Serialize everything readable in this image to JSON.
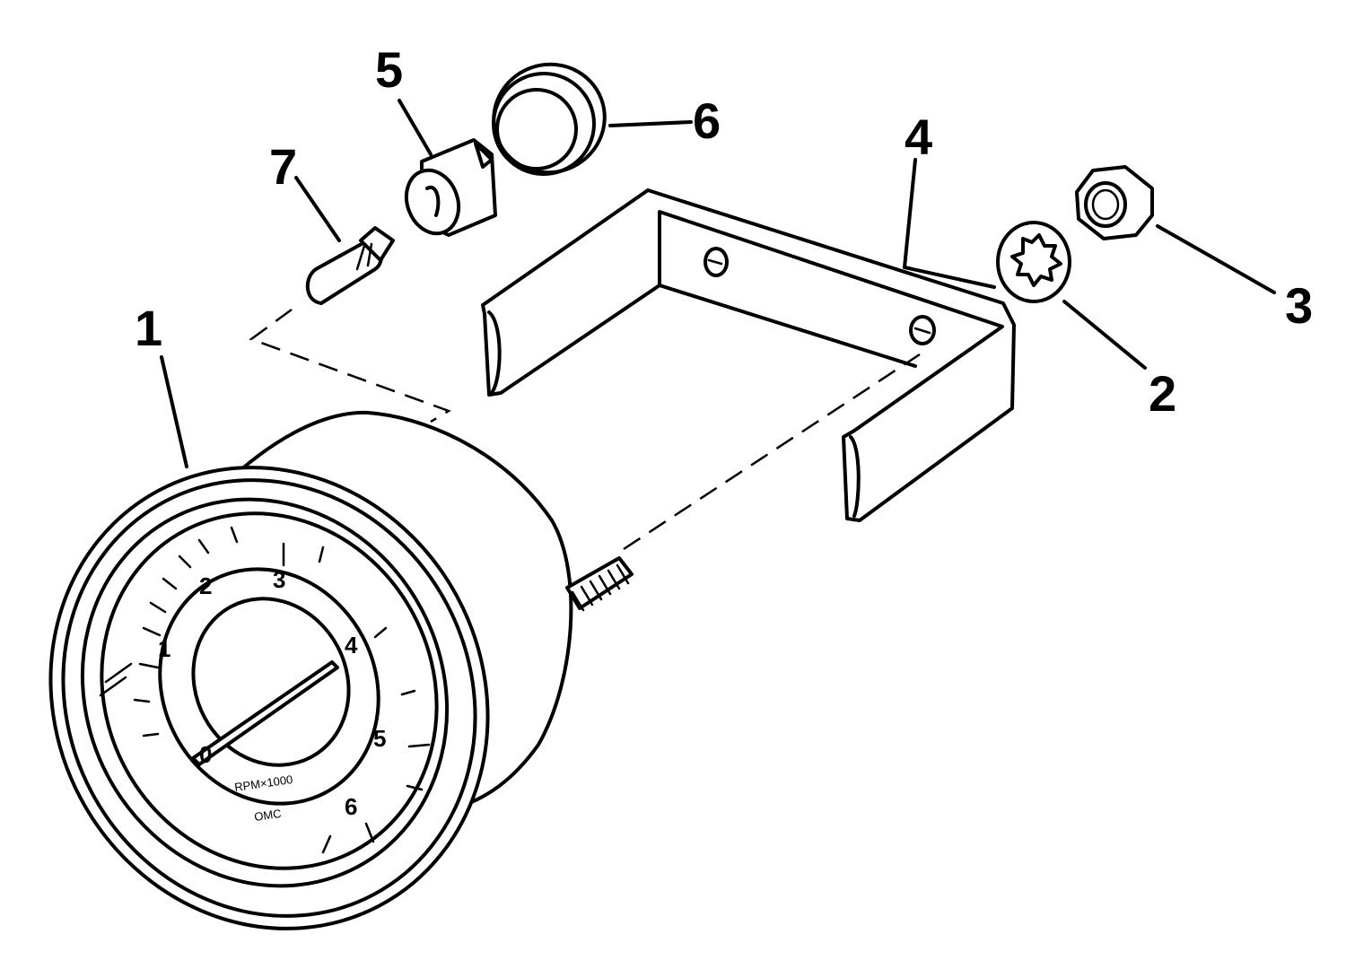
{
  "callouts": [
    {
      "label": "1"
    },
    {
      "label": "2"
    },
    {
      "label": "3"
    },
    {
      "label": "4"
    },
    {
      "label": "5"
    },
    {
      "label": "6"
    },
    {
      "label": "7"
    }
  ],
  "dial": {
    "numbers": [
      "0",
      "1",
      "2",
      "3",
      "4",
      "5",
      "6"
    ],
    "unit_text": "RPM×1000",
    "brand_text": "OMC"
  }
}
